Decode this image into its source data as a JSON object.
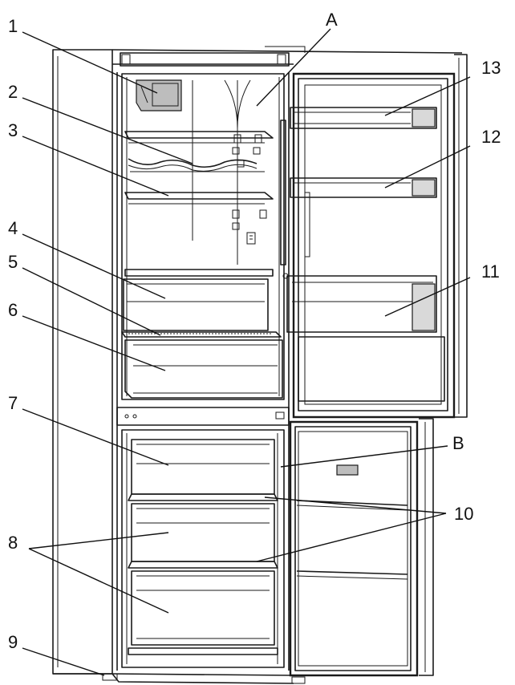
{
  "callouts": {
    "c1": "1",
    "c2": "2",
    "c3": "3",
    "c4": "4",
    "c5": "5",
    "c6": "6",
    "c7": "7",
    "c8": "8",
    "c9": "9",
    "c10": "10",
    "c11": "11",
    "c12": "12",
    "c13": "13",
    "cA": "A",
    "cB": "B"
  },
  "colors": {
    "line": "#1a1a1a",
    "shade": "#d9d9d9",
    "background": "#ffffff"
  }
}
